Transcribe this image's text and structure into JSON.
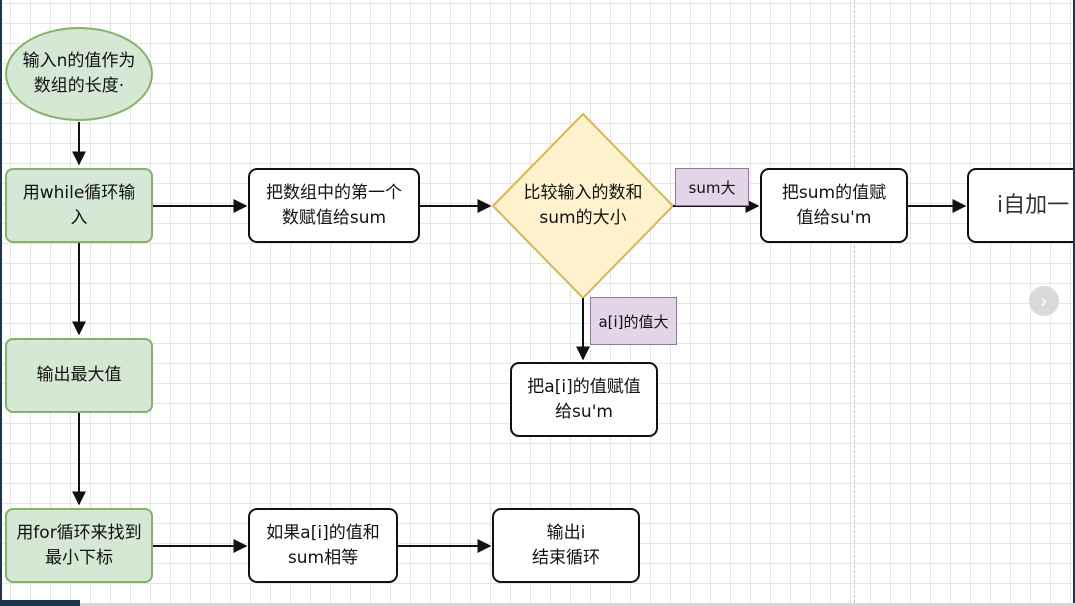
{
  "diagram": {
    "nodes": {
      "start": "输入n的值作为\n数组的长度·",
      "while_input": "用while循环输\n入",
      "assign_first": "把数组中的第一个\n数赋值给sum",
      "compare": "比较输入的数和\nsum的大小",
      "assign_sum": "把sum的值赋\n值给su'm",
      "increment": "i自加一",
      "assign_ai": "把a[i]的值赋值\n给su'm",
      "output_max": "输出最大值",
      "for_find": "用for循环来找到\n最小下标",
      "if_equal": "如果a[i]的值和\nsum相等",
      "output_i": "输出i\n结束循环"
    },
    "edge_labels": {
      "sum_bigger": "sum大",
      "ai_bigger": "a[i]的值大"
    },
    "nav_icon": "chevron-right-icon",
    "colors": {
      "green_fill": "#d5e8d4",
      "green_stroke": "#82b366",
      "diamond_fill": "#fff2cc",
      "diamond_stroke": "#d6b656",
      "label_fill": "#e1d5e7",
      "label_stroke": "#9673a6"
    }
  }
}
